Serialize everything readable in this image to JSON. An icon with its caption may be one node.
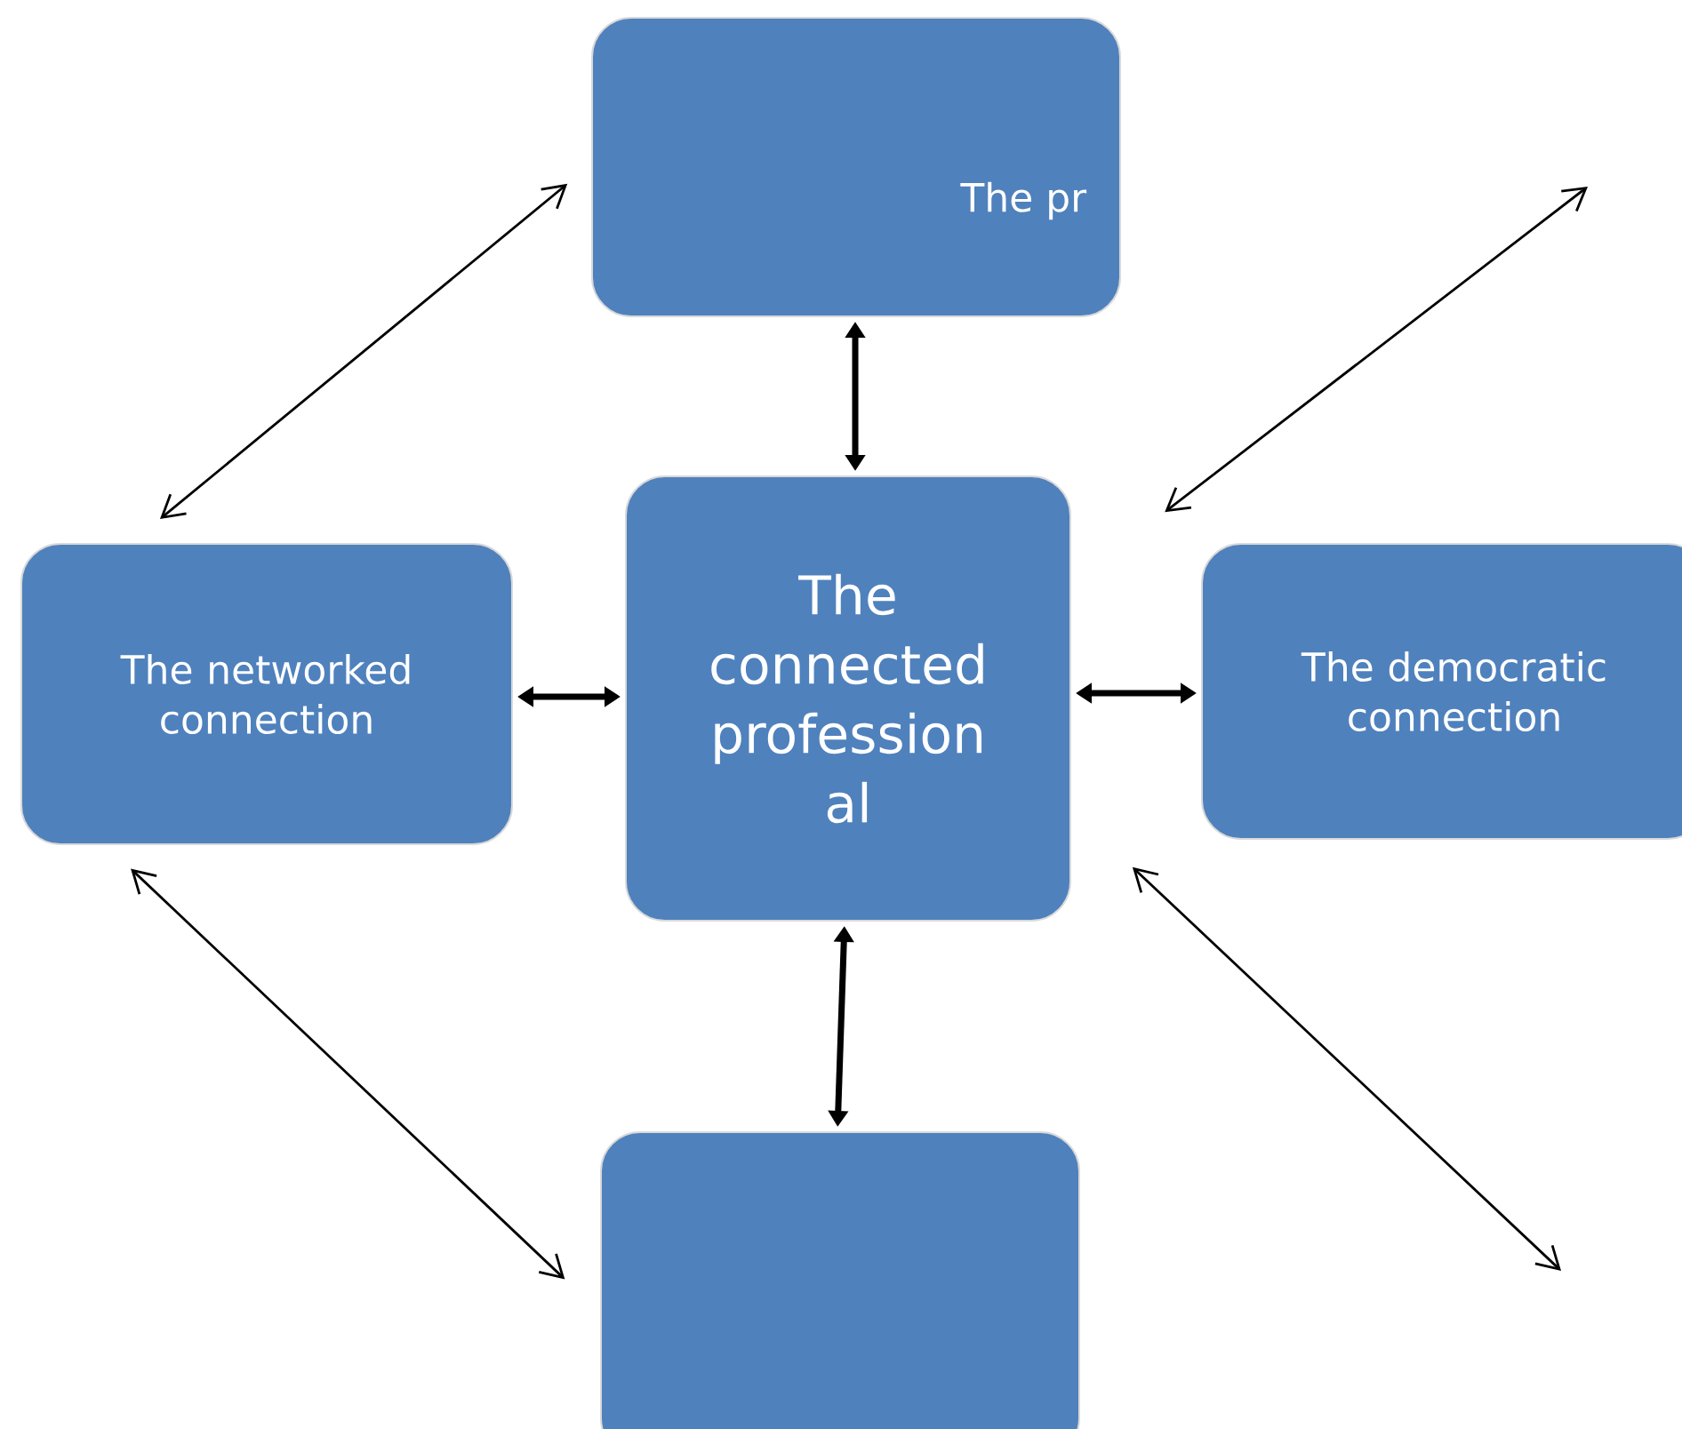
{
  "diagram": {
    "nodes": [
      {
        "text": [
          "The pr"
        ]
      },
      {
        "text": [
          "The networked connection"
        ]
      },
      {
        "text": [
          "The connected profession al"
        ]
      },
      {
        "text": [
          "The democratic connection"
        ]
      },
      {
        "text": [],
        "shape": "box"
      }
    ],
    "edges": [
      {
        "from": 0,
        "to": 2,
        "arrow": "both",
        "style": "thick"
      },
      {
        "from": 1,
        "to": 2,
        "arrow": "both",
        "style": "thick"
      },
      {
        "from": 2,
        "to": 3,
        "arrow": "both",
        "style": "thick"
      },
      {
        "from": 2,
        "to": 4,
        "arrow": "both",
        "style": "thick"
      },
      {
        "from": 1,
        "to": 0,
        "arrow": "both"
      },
      {
        "from": 2,
        "to": null,
        "arrow": "both"
      },
      {
        "from": 2,
        "to": null,
        "arrow": "both"
      },
      {
        "from": 1,
        "to": 4,
        "arrow": "both"
      }
    ]
  }
}
